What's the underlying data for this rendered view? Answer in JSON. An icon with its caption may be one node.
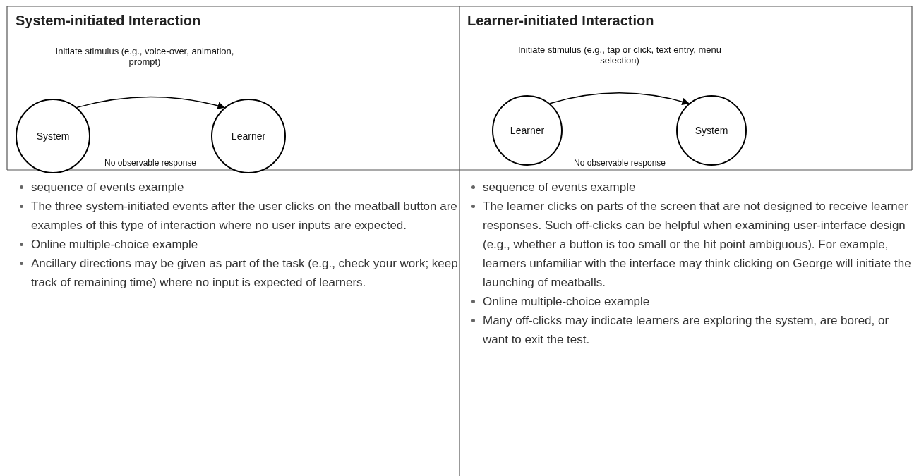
{
  "diagram": {
    "nodes": [
      {
        "text": [
          "System"
        ]
      },
      {
        "text": [
          "Learner"
        ]
      },
      {
        "text": [
          "Learner"
        ]
      },
      {
        "text": [
          "System"
        ]
      }
    ],
    "edges": [
      {
        "from": 0,
        "to": 1,
        "arrow": "to",
        "label": "Initiate stimulus (e.g., voice-over, animation, prompt)"
      },
      {
        "from": 2,
        "to": 3,
        "arrow": "to",
        "label": "Initiate stimulus (e.g., tap or click, text entry, menu selection)"
      }
    ],
    "labels": [
      "System-initiated Interaction",
      "Learner-initiated Interaction",
      "No observable response",
      "No observable response",
      "sequence of events example",
      "The three system-initiated events after the user clicks on the meatball button are examples of this type of interaction where no user inputs are expected.",
      "Online multiple-choice example",
      "Ancillary directions may be given as part of the task (e.g., check your work; keep track of remaining time) where no input is expected of learners.",
      "sequence of events example",
      "The learner clicks on parts of the screen that are not designed to receive learner responses. Such off-clicks can be helpful when examining user-interface design (e.g., whether a button is too small or the hit point ambiguous). For example, learners unfamiliar with the interface may think clicking on George will initiate the launching of meatballs.",
      "Online multiple-choice example",
      "Many off-clicks may indicate learners are exploring the system, are bored, or want to exit the test."
    ]
  }
}
